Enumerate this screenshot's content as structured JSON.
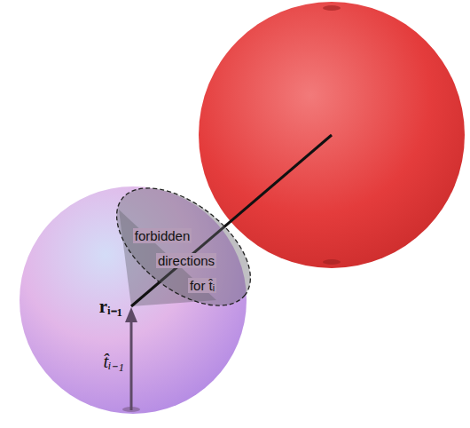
{
  "diagram": {
    "nodes": [
      {
        "text": [
          "forbidden directions for t̂ᵢ"
        ]
      }
    ],
    "labels": [
      "rᵢ₋₁",
      "t̂ᵢ₋₁"
    ]
  }
}
